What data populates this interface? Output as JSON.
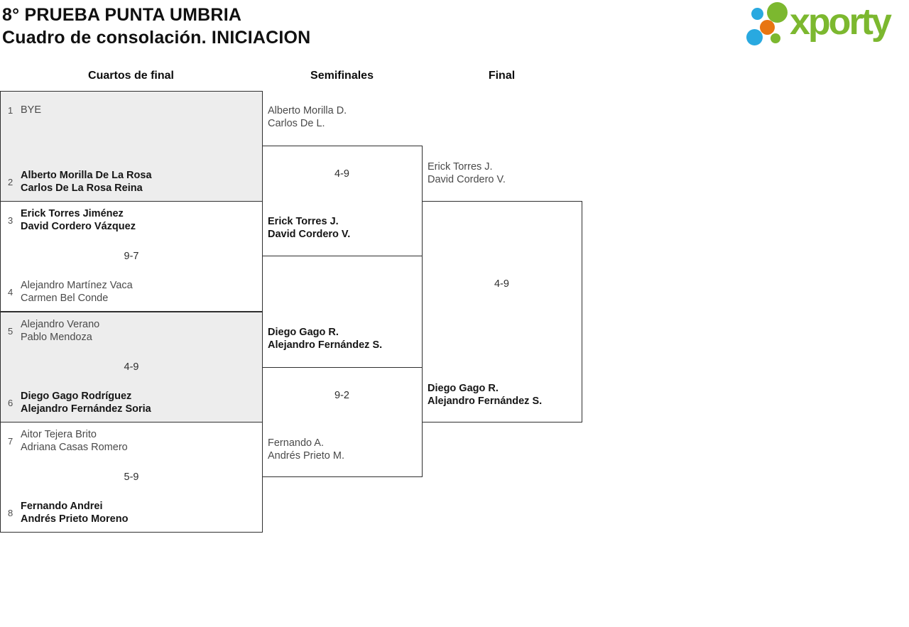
{
  "title": {
    "line1": "8° PRUEBA PUNTA UMBRIA",
    "line2": "Cuadro de consolación. INICIACION"
  },
  "logo": {
    "text": "xporty",
    "colors": {
      "green": "#7cb82f",
      "blue": "#29a9e0",
      "orange": "#e87511"
    }
  },
  "columns": {
    "quarterfinals": "Cuartos de final",
    "semifinals": "Semifinales",
    "final": "Final"
  },
  "quarterfinals": [
    {
      "shaded": true,
      "top": {
        "seed": "1",
        "lines": [
          "BYE"
        ],
        "winner": false
      },
      "score": "",
      "bottom": {
        "seed": "2",
        "lines": [
          "Alberto Morilla De La Rosa",
          "Carlos De La Rosa Reina"
        ],
        "winner": true
      }
    },
    {
      "shaded": false,
      "top": {
        "seed": "3",
        "lines": [
          "Erick Torres Jiménez",
          "David Cordero Vázquez"
        ],
        "winner": true
      },
      "score": "9-7",
      "bottom": {
        "seed": "4",
        "lines": [
          "Alejandro Martínez Vaca",
          "Carmen Bel Conde"
        ],
        "winner": false
      }
    },
    {
      "shaded": true,
      "top": {
        "seed": "5",
        "lines": [
          "Alejandro Verano",
          "Pablo Mendoza"
        ],
        "winner": false
      },
      "score": "4-9",
      "bottom": {
        "seed": "6",
        "lines": [
          "Diego Gago Rodríguez",
          "Alejandro Fernández Soria"
        ],
        "winner": true
      }
    },
    {
      "shaded": false,
      "top": {
        "seed": "7",
        "lines": [
          "Aitor Tejera Brito",
          "Adriana Casas Romero"
        ],
        "winner": false
      },
      "score": "5-9",
      "bottom": {
        "seed": "8",
        "lines": [
          "Fernando Andrei",
          "Andrés Prieto Moreno"
        ],
        "winner": true
      }
    }
  ],
  "semifinals": [
    {
      "top": {
        "lines": [
          "Alberto Morilla D.",
          "Carlos De L."
        ],
        "winner": false
      },
      "score": "4-9",
      "bottom": {
        "lines": [
          "Erick Torres J.",
          "David Cordero V."
        ],
        "winner": true
      }
    },
    {
      "top": {
        "lines": [
          "Diego Gago R.",
          "Alejandro Fernández S."
        ],
        "winner": true
      },
      "score": "9-2",
      "bottom": {
        "lines": [
          "Fernando A.",
          "Andrés Prieto M."
        ],
        "winner": false
      }
    }
  ],
  "final": {
    "top": {
      "lines": [
        "Erick Torres J.",
        "David Cordero V."
      ],
      "winner": false
    },
    "score": "4-9",
    "bottom": {
      "lines": [
        "Diego Gago R.",
        "Alejandro Fernández S."
      ],
      "winner": true
    }
  }
}
